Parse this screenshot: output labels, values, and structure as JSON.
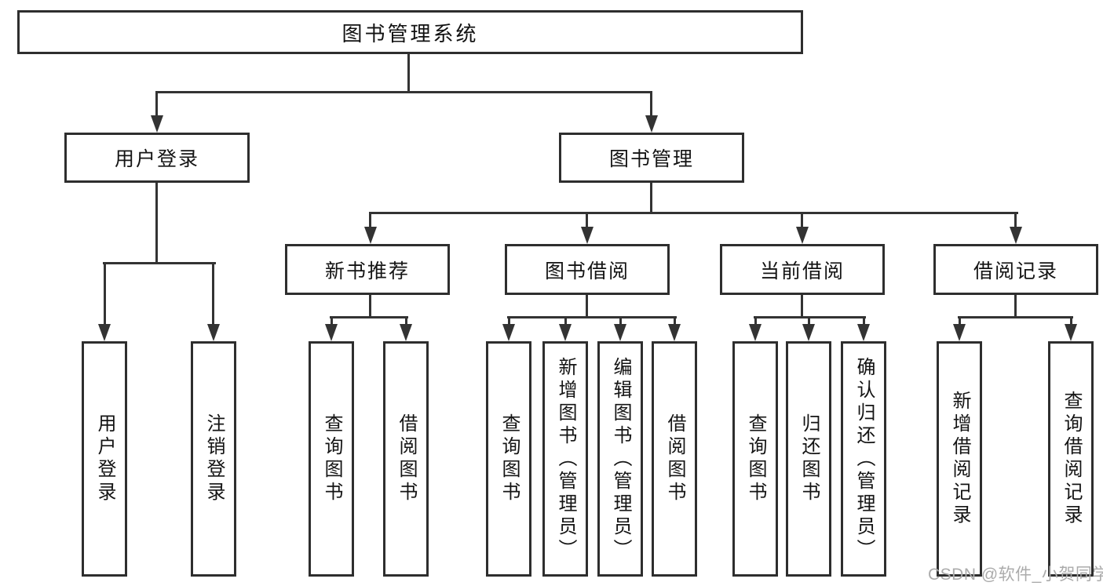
{
  "nodes": {
    "root": "图书管理系统",
    "user_login": "用户登录",
    "book_management": "图书管理",
    "new_book_recommend": "新书推荐",
    "book_borrow": "图书借阅",
    "current_borrow": "当前借阅",
    "borrow_records": "借阅记录"
  },
  "leaves": {
    "user_login": [
      "用户登录",
      "注销登录"
    ],
    "new_book_recommend": [
      "查询图书",
      "借阅图书"
    ],
    "book_borrow": [
      "查询图书",
      "新增图书（管理员）",
      "编辑图书（管理员）",
      "借阅图书"
    ],
    "current_borrow": [
      "查询图书",
      "归还图书",
      "确认归还（管理员）"
    ],
    "borrow_records": [
      "新增借阅记录",
      "查询借阅记录"
    ]
  },
  "watermark": "CSDN @软件_小贺同学",
  "colors": {
    "line": "#333333",
    "box_border": "#2e2e2e",
    "box_fill": "#ffffff",
    "text": "#141414",
    "watermark": "#ababab"
  }
}
